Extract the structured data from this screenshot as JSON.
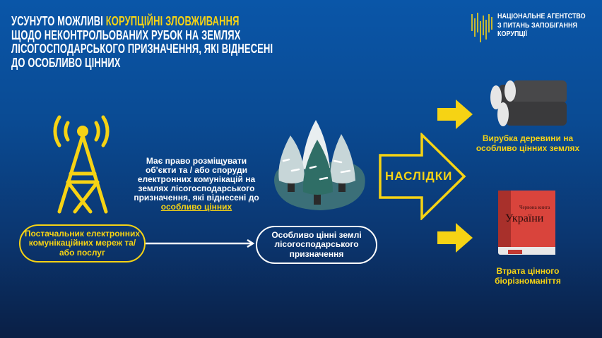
{
  "title": {
    "part1": "УСУНУТО МОЖЛИВІ ",
    "highlight": "КОРУПЦІЙНІ ЗЛОВЖИВАННЯ",
    "line2": "ЩОДО НЕКОНТРОЛЬОВАНИХ РУБОК  НА ЗЕМЛЯХ",
    "line3": "ЛІСОГОСПОДАРСЬКОГО ПРИЗНАЧЕННЯ, ЯКІ ВІДНЕСЕНІ",
    "line4": "ДО ОСОБЛИВО ЦІННИХ"
  },
  "logo": {
    "line1": "НАЦІОНАЛЬНЕ АГЕНТСТВО",
    "line2": "З ПИТАНЬ ЗАПОБІГАННЯ",
    "line3": "КОРУПЦІЇ"
  },
  "middle": {
    "text": "Має право розміщувати об'єкти та / або споруди електронних комунікацій на землях лісогосподарського призначення, які віднесені до ",
    "highlight": "особливо цінних"
  },
  "provider": "Постачальник електронних комунікаційних мереж та/ або послуг",
  "lands": "Особливо цінні землі лісогосподарського призначення",
  "consequences": "НАСЛІДКИ",
  "result1": "Вирубка деревини на особливо цінних землях",
  "result2": "Втрата цінного біорізноманіття",
  "book": {
    "small": "Червона книга",
    "big": "України"
  },
  "colors": {
    "accent": "#f6d314",
    "background_top": "#0a56a8",
    "background_bottom": "#0a1f45"
  }
}
